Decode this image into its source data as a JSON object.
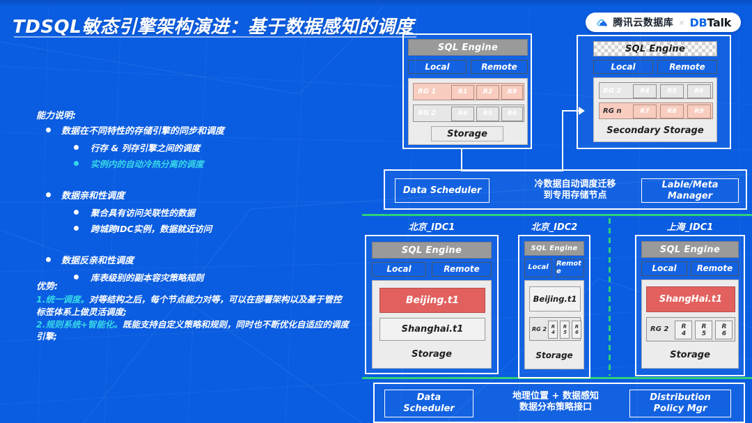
{
  "title": "TDSQL敏态引擎架构演进：基于数据感知的调度",
  "logo": {
    "icon": "cloud-icon",
    "tencent": "腾讯云数据库",
    "separator": "×",
    "db": "DB",
    "talk": "Talk"
  },
  "left": {
    "capability_heading": "能力说明:",
    "items": [
      {
        "label": "数据在不同特性的存储引擎的同步和调度",
        "children": [
          {
            "label": "行存 & 列存引擎之间的调度",
            "highlight": false
          },
          {
            "label": "实例内的自动冷热分离的调度",
            "highlight": true
          }
        ]
      },
      {
        "label": "数据亲和性调度",
        "children": [
          {
            "label": "聚合具有访问关联性的数据",
            "highlight": false
          },
          {
            "label": "跨城跨IDC实例，数据就近访问",
            "highlight": false
          }
        ]
      },
      {
        "label": "数据反亲和性调度",
        "children": [
          {
            "label": "库表级别的副本容灾策略规则",
            "highlight": false
          }
        ]
      }
    ],
    "advantage_heading": "优势:",
    "advantages": [
      {
        "key": "1.统一调度。",
        "text": "对等结构之后，每个节点能力对等，可以在部署架构以及基于管控标签体系上做灵活调度;"
      },
      {
        "key": "2.规则系统+智能化。",
        "text": "既能支持自定义策略和规则，同时也不断优化自适应的调度引擎;"
      }
    ]
  },
  "diagram": {
    "top": {
      "node1": {
        "sql_engine": "SQL Engine",
        "local": "Local",
        "remote": "Remote",
        "rows": [
          {
            "group": "RG 1",
            "hot": true,
            "cells": [
              "R1",
              "R2",
              "R9"
            ]
          },
          {
            "group": "RG 2",
            "hot": false,
            "cells": [
              "R4",
              "R5",
              "R6"
            ]
          }
        ],
        "storage": "Storage"
      },
      "node2": {
        "sql_engine": "SQL Engine",
        "local": "Local",
        "remote": "Remote",
        "rows": [
          {
            "group": "RG 2",
            "hot": false,
            "cells": [
              "R4",
              "R5",
              "R6"
            ]
          },
          {
            "group": "RG n",
            "hot": true,
            "cells": [
              "R7",
              "R8",
              "R9"
            ]
          }
        ],
        "storage": "Secondary Storage"
      }
    },
    "mid_bar": {
      "scheduler": "Data Scheduler",
      "note_line1": "冷数据自动调度迁移",
      "note_line2": "到专用存储节点",
      "manager_line1": "Lable/Meta",
      "manager_line2": "Manager"
    },
    "idcs": [
      {
        "title": "北京_IDC1",
        "sql_engine": "SQL Engine",
        "local": "Local",
        "remote": "Remote",
        "primary": {
          "label": "Beijing.t1",
          "style": "red"
        },
        "secondary": {
          "label": "Shanghai.t1",
          "style": "white"
        },
        "storage": "Storage"
      },
      {
        "title": "北京_IDC2",
        "sql_engine": "SQL Engine",
        "local": "Local",
        "remote": "Remote",
        "primary": {
          "label": "Beijing.t1",
          "style": "white"
        },
        "rg": {
          "group": "RG 2",
          "cells": [
            "R4",
            "R5",
            "R6"
          ]
        },
        "storage": "Storage"
      },
      {
        "title": "上海_IDC1",
        "sql_engine": "SQL Engine",
        "local": "Local",
        "remote": "Remote",
        "primary": {
          "label": "ShangHai.t1",
          "style": "red"
        },
        "rg": {
          "group": "RG 2",
          "cells": [
            "R4",
            "R5",
            "R6"
          ]
        },
        "storage": "Storage"
      }
    ],
    "bottom_bar": {
      "scheduler_line1": "Data",
      "scheduler_line2": "Scheduler",
      "note_line1": "地理位置 + 数据感知",
      "note_line2": "数据分布策略接口",
      "policy_line1": "Distribution",
      "policy_line2": "Policy Mgr"
    }
  },
  "colors": {
    "background": "#0a5ce0",
    "accent_cyan": "#36d8e8",
    "divider_green": "#2fd07a",
    "hot_pink": "#f8cdc0",
    "red": "#e2615e"
  }
}
